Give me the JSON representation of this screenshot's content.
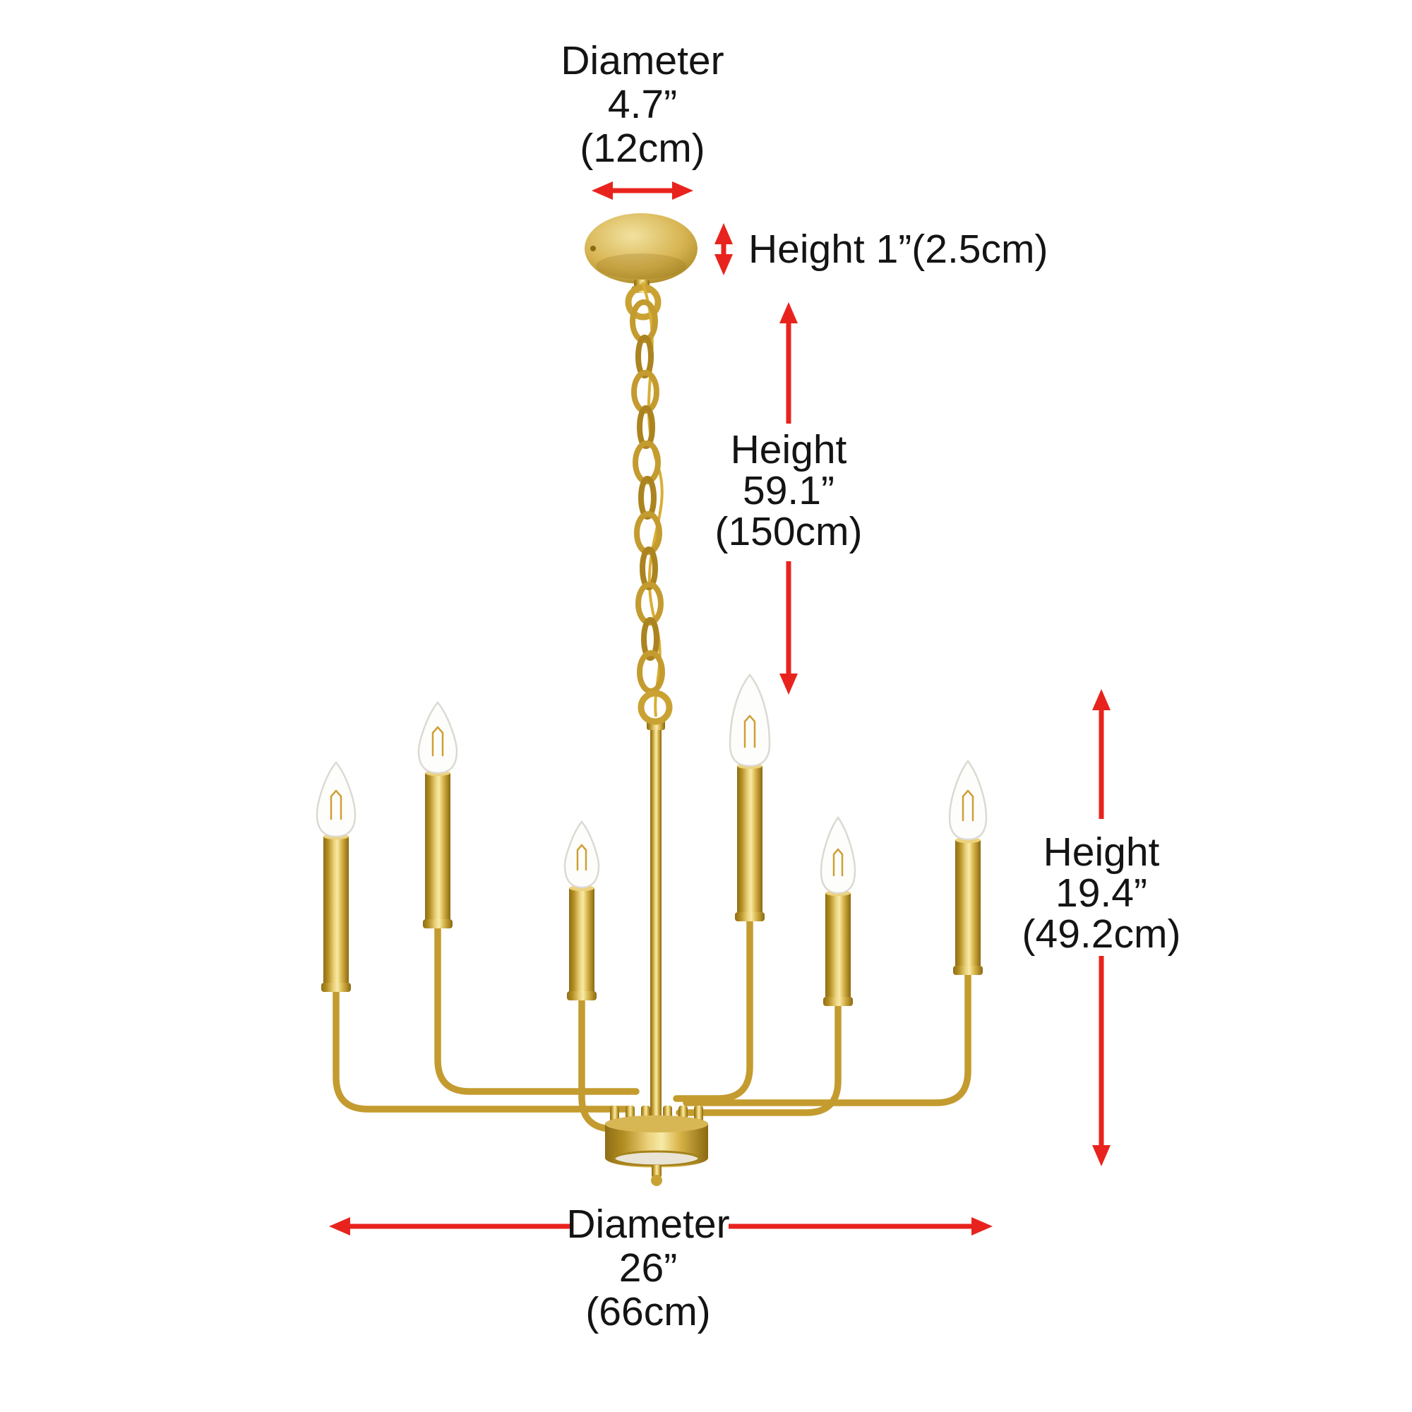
{
  "colors": {
    "dimension_red": "#e8231e",
    "label_ink": "#141414",
    "brass_gold": "#c49b2f",
    "background": "#ffffff"
  },
  "product": {
    "light_count": 6
  },
  "labels": {
    "canopy_diameter": {
      "lines": [
        "Diameter",
        "4.7”",
        "(12cm)"
      ]
    },
    "canopy_height": {
      "lines": [
        "Height 1”(2.5cm)"
      ]
    },
    "hanging_height": {
      "lines": [
        "Height",
        "59.1”",
        "(150cm)"
      ]
    },
    "fixture_height": {
      "lines": [
        "Height",
        "19.4”",
        "(49.2cm)"
      ]
    },
    "fixture_diameter": {
      "lines": [
        "Diameter",
        "26”",
        "(66cm)"
      ]
    }
  }
}
